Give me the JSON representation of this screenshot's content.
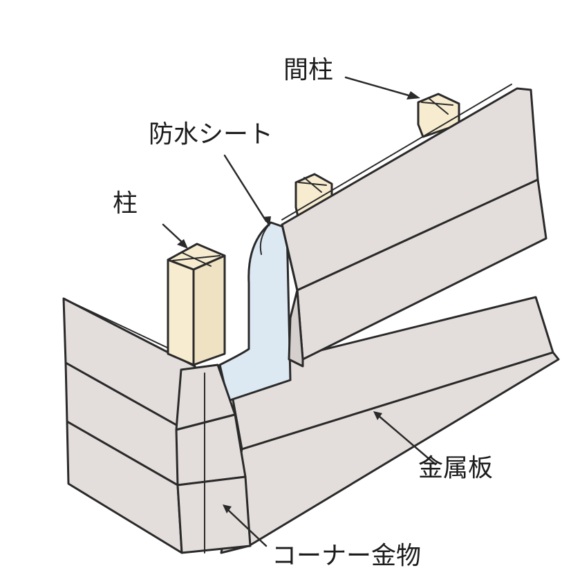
{
  "labels": {
    "intermediate_post": "間柱",
    "waterproof_sheet": "防水シート",
    "post": "柱",
    "metal_panel": "金属板",
    "corner_fitting": "コーナー金物"
  },
  "colors": {
    "panel_fill": "#e3dddb",
    "panel_shadow": "#d5cfcd",
    "post_fill": "#f7ecd0",
    "sheet_fill": "#dce8f2",
    "outline": "#2a2a2a",
    "text": "#1c1c1c"
  }
}
